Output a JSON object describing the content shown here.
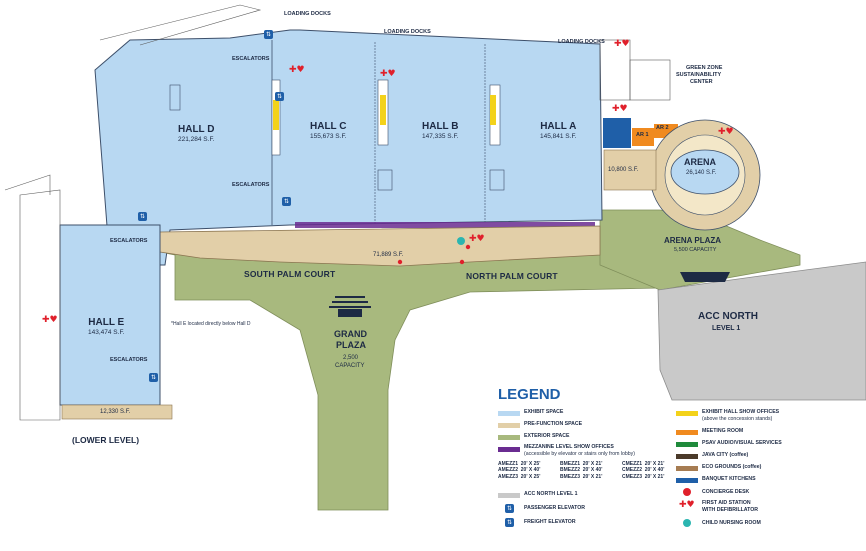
{
  "colors": {
    "exhibit": "#b8d8f2",
    "prefunction": "#e2cfa8",
    "exterior": "#a8b97e",
    "mezzanine": "#6a2c91",
    "acc_north": "#c9c9c9",
    "hall_show": "#f3d21a",
    "meeting": "#f08a1f",
    "psav": "#1f8a3b",
    "java": "#4b3a2a",
    "eco": "#a67c52",
    "banquet": "#1f5fa8",
    "concierge": "#e0202b",
    "nursing": "#2bb5b0"
  },
  "halls": {
    "d": {
      "name": "HALL D",
      "sf": "221,284 S.F."
    },
    "c": {
      "name": "HALL C",
      "sf": "155,673 S.F."
    },
    "b": {
      "name": "HALL B",
      "sf": "147,335 S.F."
    },
    "a": {
      "name": "HALL A",
      "sf": "145,841 S.F."
    },
    "e": {
      "name": "HALL E",
      "sf": "143,474 S.F."
    }
  },
  "labels": {
    "loading_docks": "LOADING DOCKS",
    "escalators": "ESCALATORS",
    "green_zone": "GREEN ZONE",
    "sustainability_center": "SUSTAINABILITY",
    "center": "CENTER",
    "arena": "ARENA",
    "arena_sf": "26,140 S.F.",
    "sf_10800": "10,800 S.F.",
    "ar1": "AR 1",
    "ar2": "AR 2",
    "arena_plaza": "ARENA PLAZA",
    "arena_plaza_cap": "5,500 CAPACITY",
    "sf_71889": "71,889 S.F.",
    "south_palm_court": "SOUTH PALM COURT",
    "north_palm_court": "NORTH PALM COURT",
    "grand": "GRAND",
    "plaza": "PLAZA",
    "grand_cap": "2,500",
    "capacity": "CAPACITY",
    "acc_north": "ACC NORTH",
    "level1": "LEVEL 1",
    "hall_e_note": "*Hall E located directly below Hall D",
    "sf_12330": "12,330 S.F.",
    "lower_level": "(LOWER LEVEL)"
  },
  "legend": {
    "title": "LEGEND",
    "exhibit": "EXHIBIT SPACE",
    "prefunction": "PRE-FUNCTION SPACE",
    "exterior": "EXTERIOR SPACE",
    "mezzanine": "MEZZANINE LEVEL SHOW OFFICES",
    "mezzanine_note": "(accessible by elevator or stairs only from lobby)",
    "mezz_a": "AMEZZ1  20' X 25'\nAMEZZ2  20' X 40'\nAMEZZ3  20' X 25'",
    "mezz_b": "BMEZZ1  20' X 21'\nBMEZZ2  20' X 40'\nBMEZZ3  20' X 21'",
    "mezz_c": "CMEZZ1  20' X 21'\nCMEZZ2  20' X 40'\nCMEZZ3  20' X 21'",
    "acc_north": "ACC NORTH LEVEL 1",
    "passenger": "PASSENGER ELEVATOR",
    "freight": "FREIGHT ELEVATOR",
    "hall_show": "EXHIBIT HALL SHOW OFFICES",
    "hall_show_note": "(above the concession stands)",
    "meeting": "MEETING ROOM",
    "psav": "PSAV AUDIO/VISUAL SERVICES",
    "java": "JAVA CITY (coffee)",
    "eco": "ECO GROUNDS (coffee)",
    "banquet": "BANQUET KITCHENS",
    "concierge": "CONCIERGE DESK",
    "first_aid": "FIRST AID STATION",
    "first_aid_2": "WITH DEFIBRILLATOR",
    "nursing": "CHILD NURSING ROOM"
  }
}
